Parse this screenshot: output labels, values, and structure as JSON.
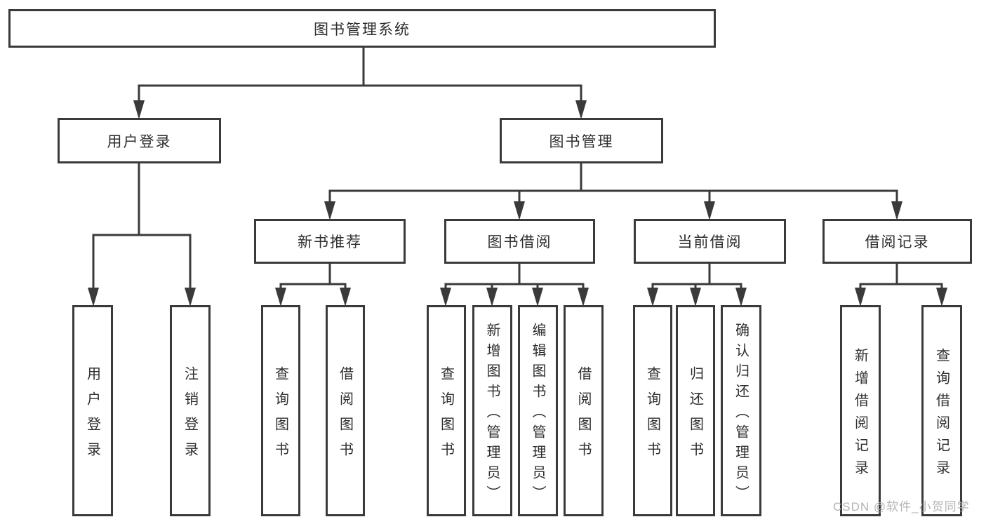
{
  "diagram": {
    "root": {
      "label": "图书管理系统"
    },
    "branches": [
      {
        "label": "用户登录",
        "children": [
          {
            "label": "用户登录"
          },
          {
            "label": "注销登录"
          }
        ]
      },
      {
        "label": "图书管理",
        "children": [
          {
            "label": "新书推荐",
            "children": [
              {
                "label": "查询图书"
              },
              {
                "label": "借阅图书"
              }
            ]
          },
          {
            "label": "图书借阅",
            "children": [
              {
                "label": "查询图书"
              },
              {
                "label": "新增图书（管理员）"
              },
              {
                "label": "编辑图书（管理员）"
              },
              {
                "label": "借阅图书"
              }
            ]
          },
          {
            "label": "当前借阅",
            "children": [
              {
                "label": "查询图书"
              },
              {
                "label": "归还图书"
              },
              {
                "label": "确认归还（管理员）"
              }
            ]
          },
          {
            "label": "借阅记录",
            "children": [
              {
                "label": "新增借阅记录"
              },
              {
                "label": "查询借阅记录"
              }
            ]
          }
        ]
      }
    ],
    "watermark": "CSDN @软件_小贺同学",
    "colors": {
      "line": "#3a3a3a",
      "text": "#2e2e2e",
      "watermark": "#b4b4b4",
      "box_fill": "#ffffff"
    }
  }
}
